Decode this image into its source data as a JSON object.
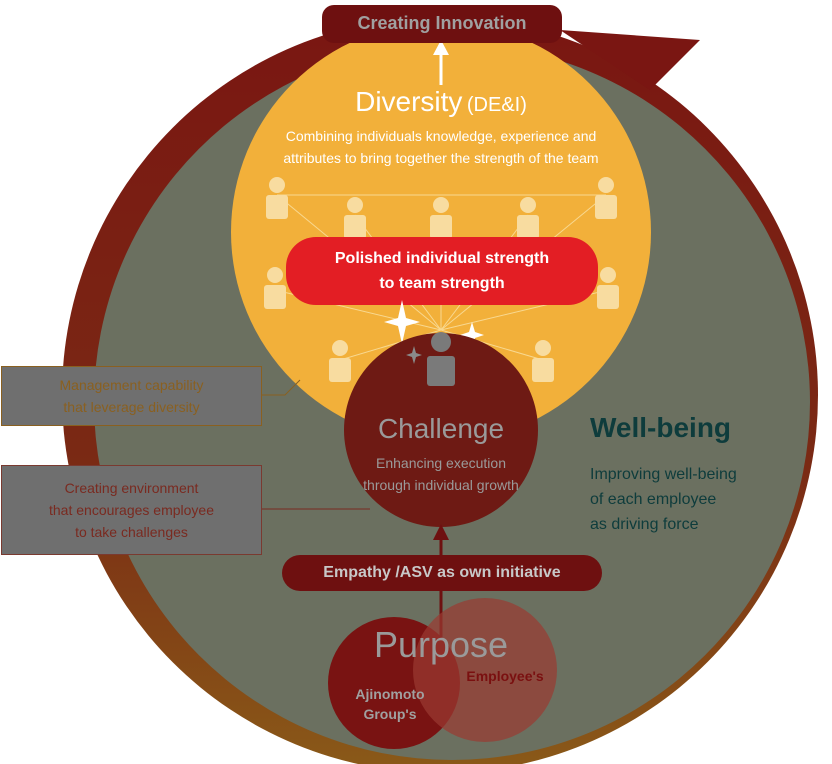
{
  "top_label": "Creating Innovation",
  "diversity": {
    "title": "Diversity",
    "suffix": "(DE&I)",
    "description": "Combining individuals knowledge, experience and attributes to bring together the strength of the team"
  },
  "team_banner": {
    "line1": "Polished individual strength",
    "line2": "to team strength"
  },
  "challenge": {
    "title": "Challenge",
    "description": "Enhancing execution through individual growth"
  },
  "wellbeing": {
    "title": "Well-being",
    "description_lines": [
      "Improving well-being",
      "of each employee",
      "as driving force"
    ]
  },
  "side_boxes": [
    {
      "lines": [
        "Management capability",
        "that leverage diversity"
      ],
      "color": "#8a6020"
    },
    {
      "lines": [
        "Creating environment",
        "that encourages employee",
        "to take challenges"
      ],
      "color": "#7a2a20"
    }
  ],
  "empathy_label": "Empathy /ASV as own initiative",
  "purpose": {
    "title": "Purpose",
    "left_lines": [
      "Ajinomoto",
      "Group's"
    ],
    "right_label": "Employee's"
  },
  "colors": {
    "ring": "#7a1a14",
    "gray": "#6b7060",
    "yellow": "#f2b03a",
    "red": "#e31e24",
    "dark_red": "#6e1010"
  }
}
